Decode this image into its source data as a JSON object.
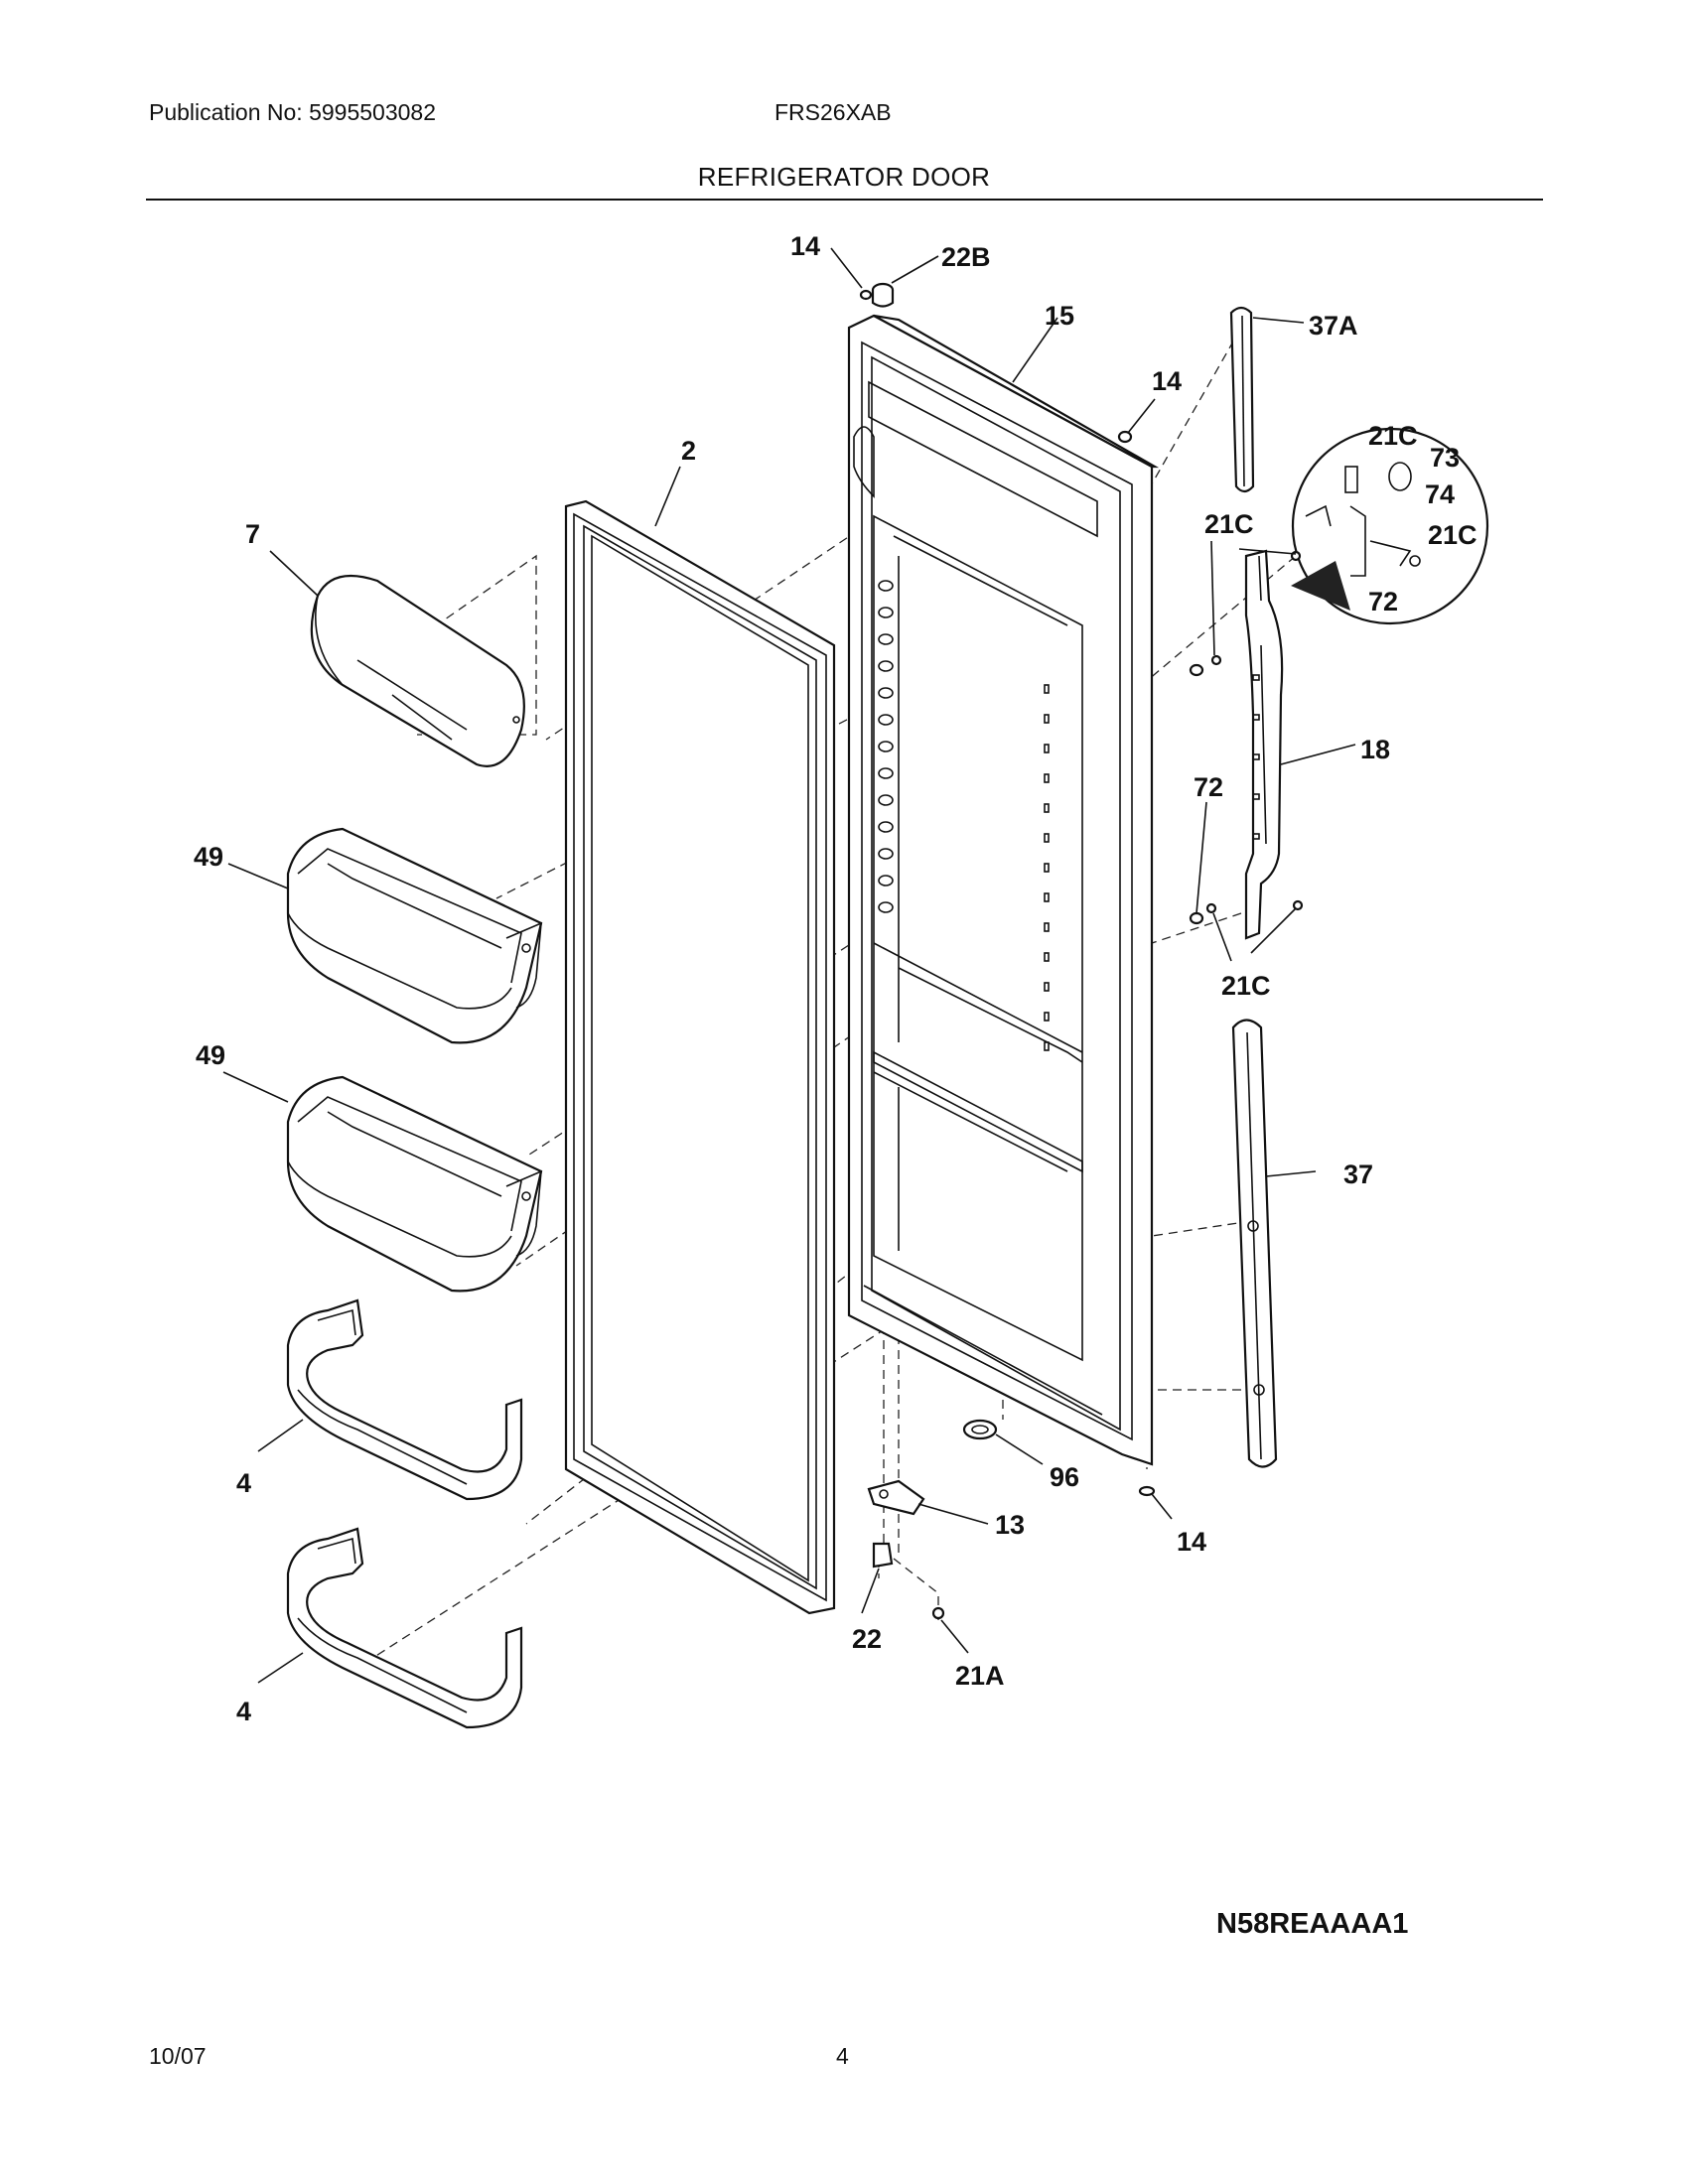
{
  "header": {
    "publication": "Publication No: 5995503082",
    "model": "FRS26XAB",
    "title": "REFRIGERATOR DOOR"
  },
  "diagram": {
    "code": "N58REAAAA1",
    "labels": {
      "l14_top": "14",
      "l22B": "22B",
      "l15": "15",
      "l14_right": "14",
      "l37A": "37A",
      "l2": "2",
      "l7": "7",
      "l21C_a": "21C",
      "l73": "73",
      "l74": "74",
      "l21C_b": "21C",
      "l21C_c": "21C",
      "l72_a": "72",
      "l18": "18",
      "l72_b": "72",
      "l49_a": "49",
      "l21C_d": "21C",
      "l49_b": "49",
      "l37": "37",
      "l96": "96",
      "l4_a": "4",
      "l13": "13",
      "l14_bottom": "14",
      "l22": "22",
      "l21A": "21A",
      "l4_b": "4"
    }
  },
  "footer": {
    "date": "10/07",
    "page": "4"
  }
}
